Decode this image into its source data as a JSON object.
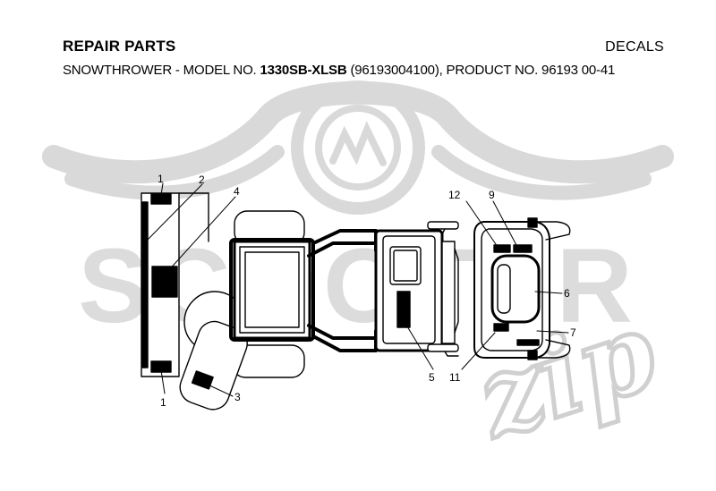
{
  "header": {
    "section": "REPAIR PARTS",
    "category": "DECALS",
    "subtitle_prefix": "SNOWTHROWER - MODEL NO.",
    "model_no": "1330SB-XLSB",
    "subtitle_suffix": "(96193004100), PRODUCT NO. 96193 00-41"
  },
  "watermark": {
    "brand": "SCOOTER",
    "script": "zip"
  },
  "callouts": {
    "c1_top": "1",
    "c2": "2",
    "c4": "4",
    "c1_bottom": "1",
    "c3": "3",
    "c12": "12",
    "c9": "9",
    "c6": "6",
    "c7": "7",
    "c5": "5",
    "c11": "11"
  },
  "colors": {
    "watermark": "#d6d6d6",
    "line": "#000000"
  }
}
